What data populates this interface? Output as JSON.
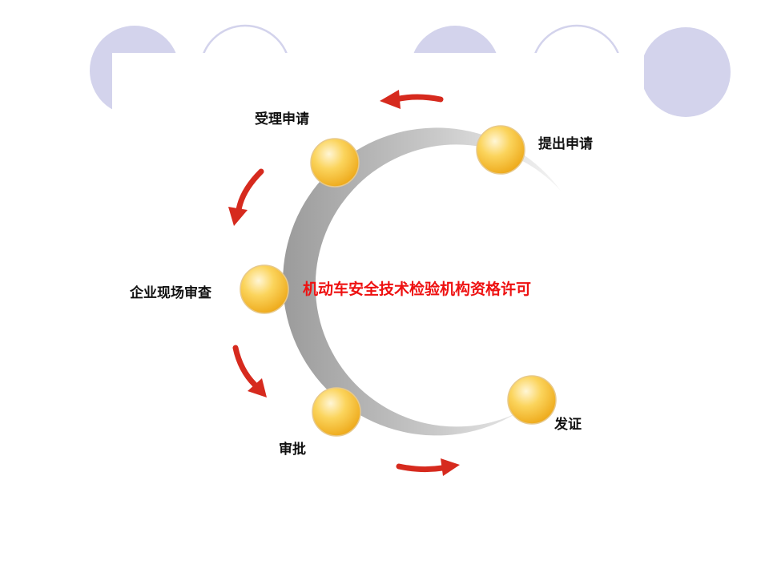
{
  "diagram": {
    "center_title": "机动车安全技术检验机构资格许可",
    "steps": [
      {
        "label": "提出申请",
        "order": 1
      },
      {
        "label": "受理申请",
        "order": 2
      },
      {
        "label": "企业现场审查",
        "order": 3
      },
      {
        "label": "审批",
        "order": 4
      },
      {
        "label": "发证",
        "order": 5
      }
    ]
  },
  "colors": {
    "decor_circle": "#d3d3ec",
    "node_fill": "#f9c842",
    "node_highlight": "#fff6d6",
    "arrow": "#d62a1e",
    "title_text": "#ee1111",
    "ring_gray": "#a9a9a9"
  },
  "icons": {
    "flow_arrow": "curved-arrow-icon",
    "node": "orb-icon"
  }
}
